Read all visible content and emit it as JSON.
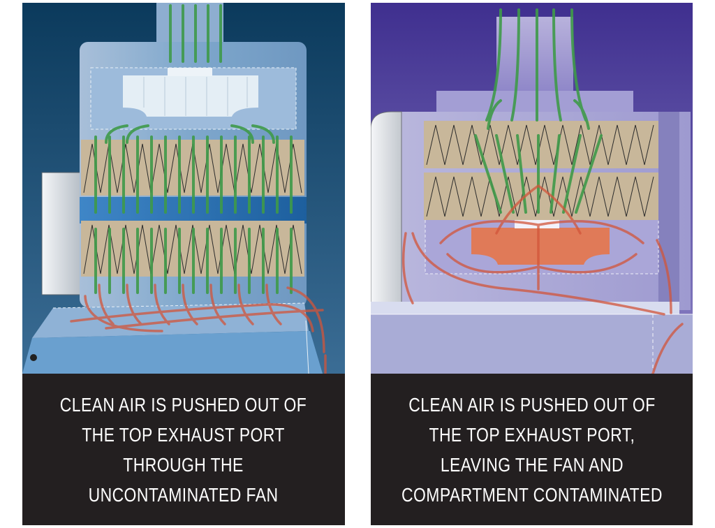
{
  "panels": {
    "left": {
      "caption_lines": [
        "CLEAN AIR IS PUSHED OUT OF",
        "THE TOP EXHAUST PORT",
        "THROUGH THE",
        "UNCONTAMINATED FAN"
      ]
    },
    "right": {
      "caption_lines": [
        "CLEAN AIR IS PUSHED OUT OF",
        "THE TOP EXHAUST PORT,",
        "LEAVING THE FAN AND",
        "COMPARTMENT CONTAMINATED"
      ]
    }
  },
  "colors": {
    "left_background_top": "#0b3a5c",
    "left_background_bottom": "#3b6d95",
    "right_background_top": "#3f2f8f",
    "right_background_bottom": "#8a82c4",
    "filter_beige": "#c8b79a",
    "clean_air_green": "#3f9a4a",
    "contaminated_air_red": "#d2553a",
    "fan_clean": "#e4eef5",
    "fan_contaminated": "#e07a58",
    "caption_background": "#231f20",
    "caption_text": "#ffffff"
  }
}
